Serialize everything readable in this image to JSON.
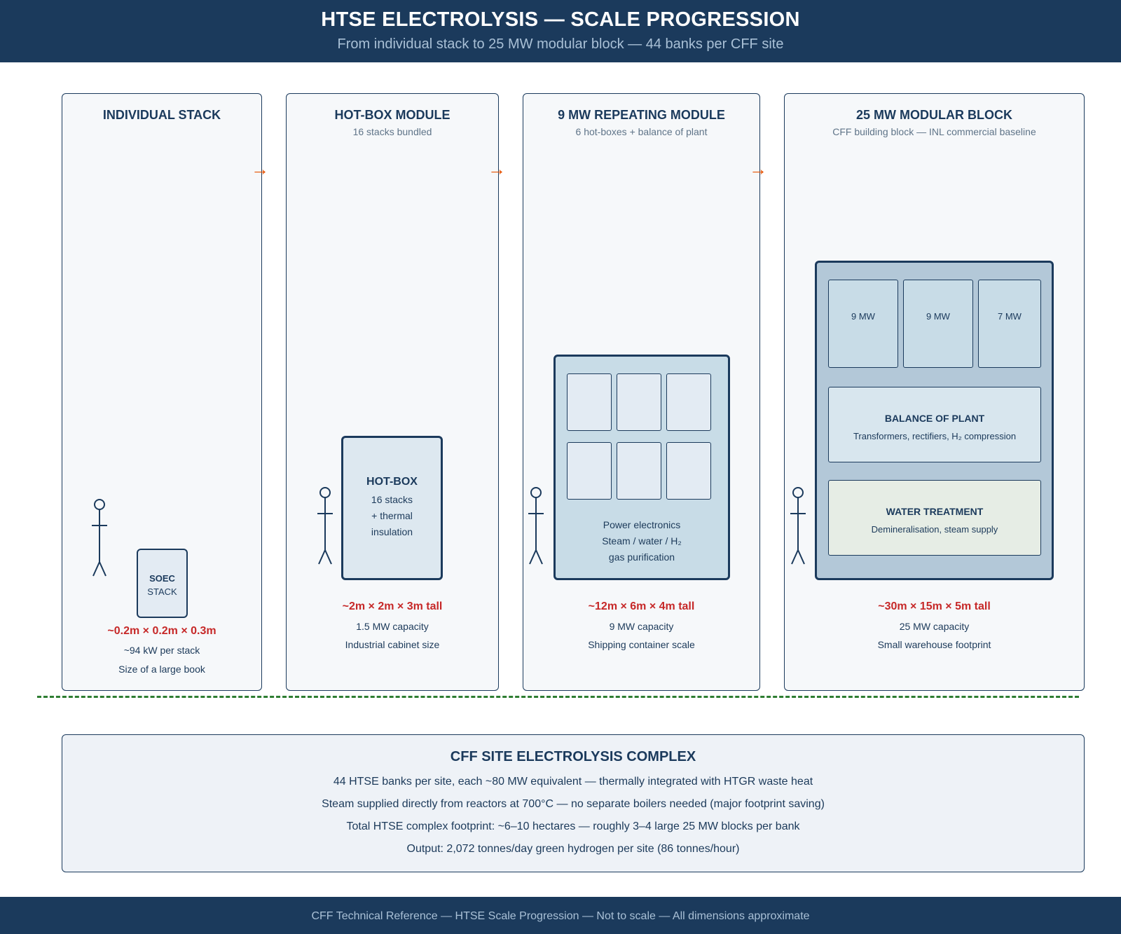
{
  "header": {
    "title": "HTSE ELECTROLYSIS — SCALE PROGRESSION",
    "subtitle": "From individual stack to 25 MW modular block — 44 banks per CFF site"
  },
  "arrow_glyph": "→",
  "panels": [
    {
      "title": "INDIVIDUAL STACK",
      "subtitle": "",
      "box_title": "SOEC",
      "box_subtitle": "STACK",
      "dims": "~0.2m × 0.2m × 0.3m",
      "note1": "~94 kW per stack",
      "note2": "Size of a large book"
    },
    {
      "title": "HOT-BOX MODULE",
      "subtitle": "16 stacks bundled",
      "box_title": "HOT-BOX",
      "box_lines": [
        "16 stacks",
        "+ thermal",
        "insulation"
      ],
      "dims": "~2m × 2m × 3m tall",
      "note1": "1.5 MW capacity",
      "note2": "Industrial cabinet size"
    },
    {
      "title": "9 MW REPEATING MODULE",
      "subtitle": "6 hot-boxes + balance of plant",
      "box_lines": [
        "Power electronics",
        "Steam / water / H₂",
        "gas purification"
      ],
      "dims": "~12m × 6m × 4m tall",
      "note1": "9 MW capacity",
      "note2": "Shipping container scale"
    },
    {
      "title": "25 MW MODULAR BLOCK",
      "subtitle": "CFF building block — INL commercial baseline",
      "modules": [
        "9 MW",
        "9 MW",
        "7 MW"
      ],
      "bop_title": "BALANCE OF PLANT",
      "bop_sub": "Transformers, rectifiers, H₂ compression",
      "water_title": "WATER TREATMENT",
      "water_sub": "Demineralisation, steam supply",
      "dims": "~30m × 15m × 5m tall",
      "note1": "25 MW capacity",
      "note2": "Small warehouse footprint"
    }
  ],
  "complex": {
    "title": "CFF SITE ELECTROLYSIS COMPLEX",
    "lines": [
      "44 HTSE banks per site, each ~80 MW equivalent — thermally integrated with HTGR waste heat",
      "Steam supplied directly from reactors at 700°C — no separate boilers needed (major footprint saving)",
      "Total HTSE complex footprint: ~6–10 hectares — roughly 3–4 large 25 MW blocks per bank",
      "Output: 2,072 tonnes/day green hydrogen per site (86 tonnes/hour)"
    ]
  },
  "footer": "CFF Technical Reference — HTSE Scale Progression — Not to scale — All dimensions approximate",
  "colors": {
    "navy": "#1b3a5c",
    "accent_red": "#c62828",
    "arrow_orange": "#e65100",
    "divider_green": "#2e7d32"
  },
  "icons": [
    "person-icon",
    "arrow-right-icon"
  ]
}
